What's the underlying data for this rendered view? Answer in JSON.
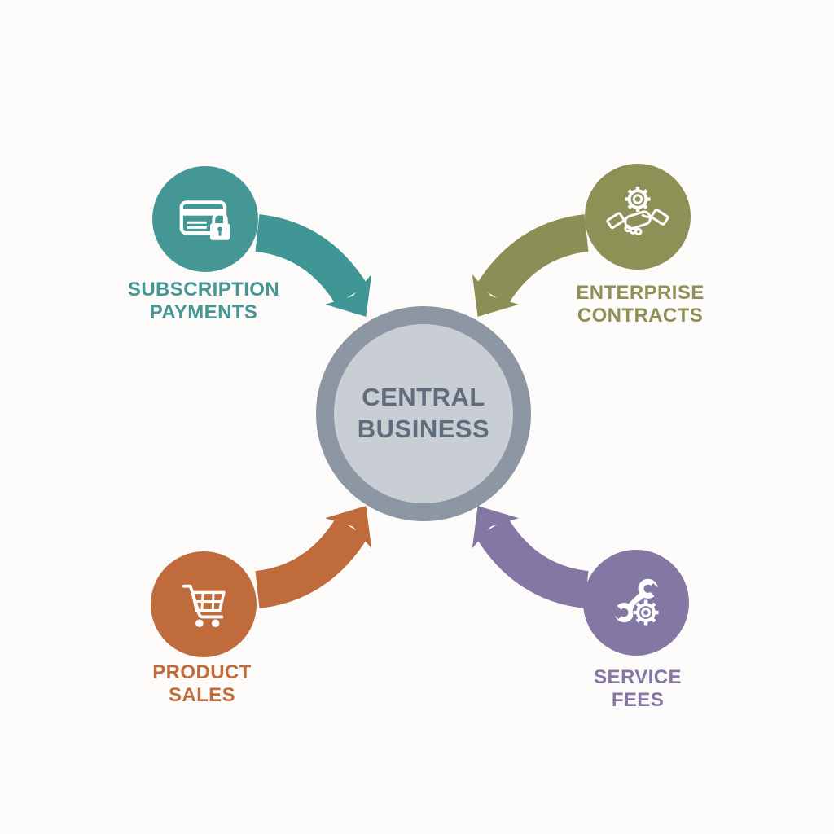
{
  "diagram": {
    "background": "#fcfbf9",
    "center": {
      "label_line1": "CENTRAL",
      "label_line2": "BUSINESS",
      "ring_color": "#8d97a3",
      "fill_color": "#c9cdd4",
      "text_color": "#5e6c7c"
    },
    "nodes": [
      {
        "id": "subscription-payments",
        "label_line1": "SUBSCRIPTION",
        "label_line2": "PAYMENTS",
        "color": "#459795",
        "icon": "credit-card-lock-icon"
      },
      {
        "id": "enterprise-contracts",
        "label_line1": "ENTERPRISE",
        "label_line2": "CONTRACTS",
        "color": "#8d9156",
        "icon": "gear-handshake-icon"
      },
      {
        "id": "product-sales",
        "label_line1": "PRODUCT",
        "label_line2": "SALES",
        "color": "#c06b3b",
        "icon": "shopping-cart-icon"
      },
      {
        "id": "service-fees",
        "label_line1": "SERVICE",
        "label_line2": "FEES",
        "color": "#8377a4",
        "icon": "wrench-gear-icon"
      }
    ],
    "arrows": [
      {
        "from": "subscription-payments",
        "to": "central-business",
        "color": "#3f9694"
      },
      {
        "from": "enterprise-contracts",
        "to": "central-business",
        "color": "#8a8f55"
      },
      {
        "from": "product-sales",
        "to": "central-business",
        "color": "#c06b3b"
      },
      {
        "from": "service-fees",
        "to": "central-business",
        "color": "#8377a4"
      }
    ]
  }
}
